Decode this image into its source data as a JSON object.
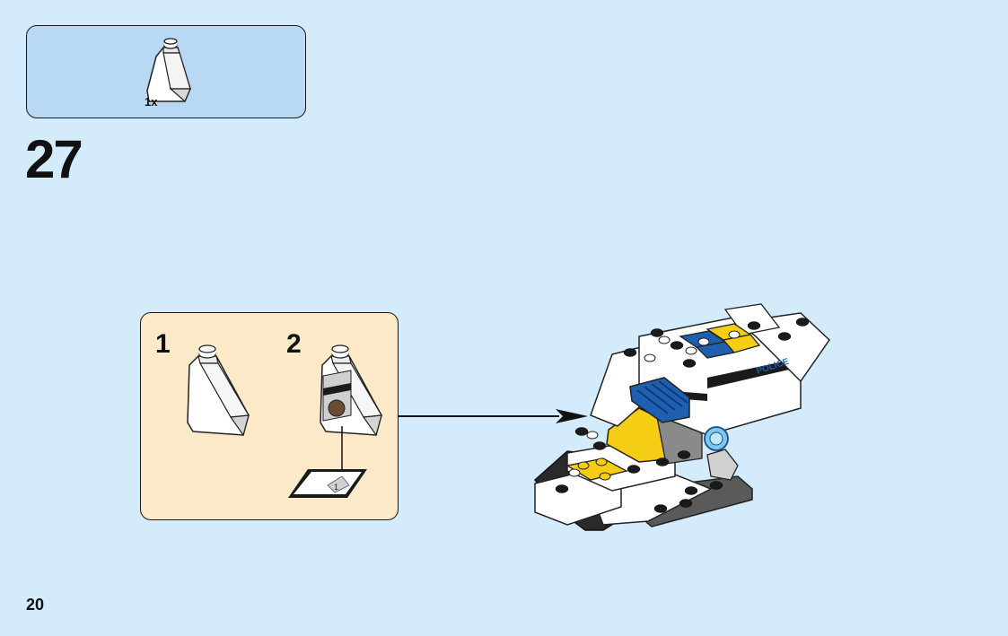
{
  "parts_panel": {
    "count_label": "1x"
  },
  "step": {
    "number": "27"
  },
  "sub_steps": [
    {
      "number": "1"
    },
    {
      "number": "2"
    }
  ],
  "sticker": {
    "text": "1"
  },
  "model": {
    "decal_text": "POLICE"
  },
  "page": {
    "number": "20"
  },
  "colors": {
    "background": "#d3ebfa",
    "parts_panel": "#b8d8f3",
    "sub_panel": "#fbe9c8",
    "brick_white": "#ffffff",
    "brick_yellow": "#f5cd14",
    "brick_blue": "#1f5fb0",
    "brick_dark_gray": "#5a5a5a",
    "trans_blue": "#7cc8f0"
  }
}
